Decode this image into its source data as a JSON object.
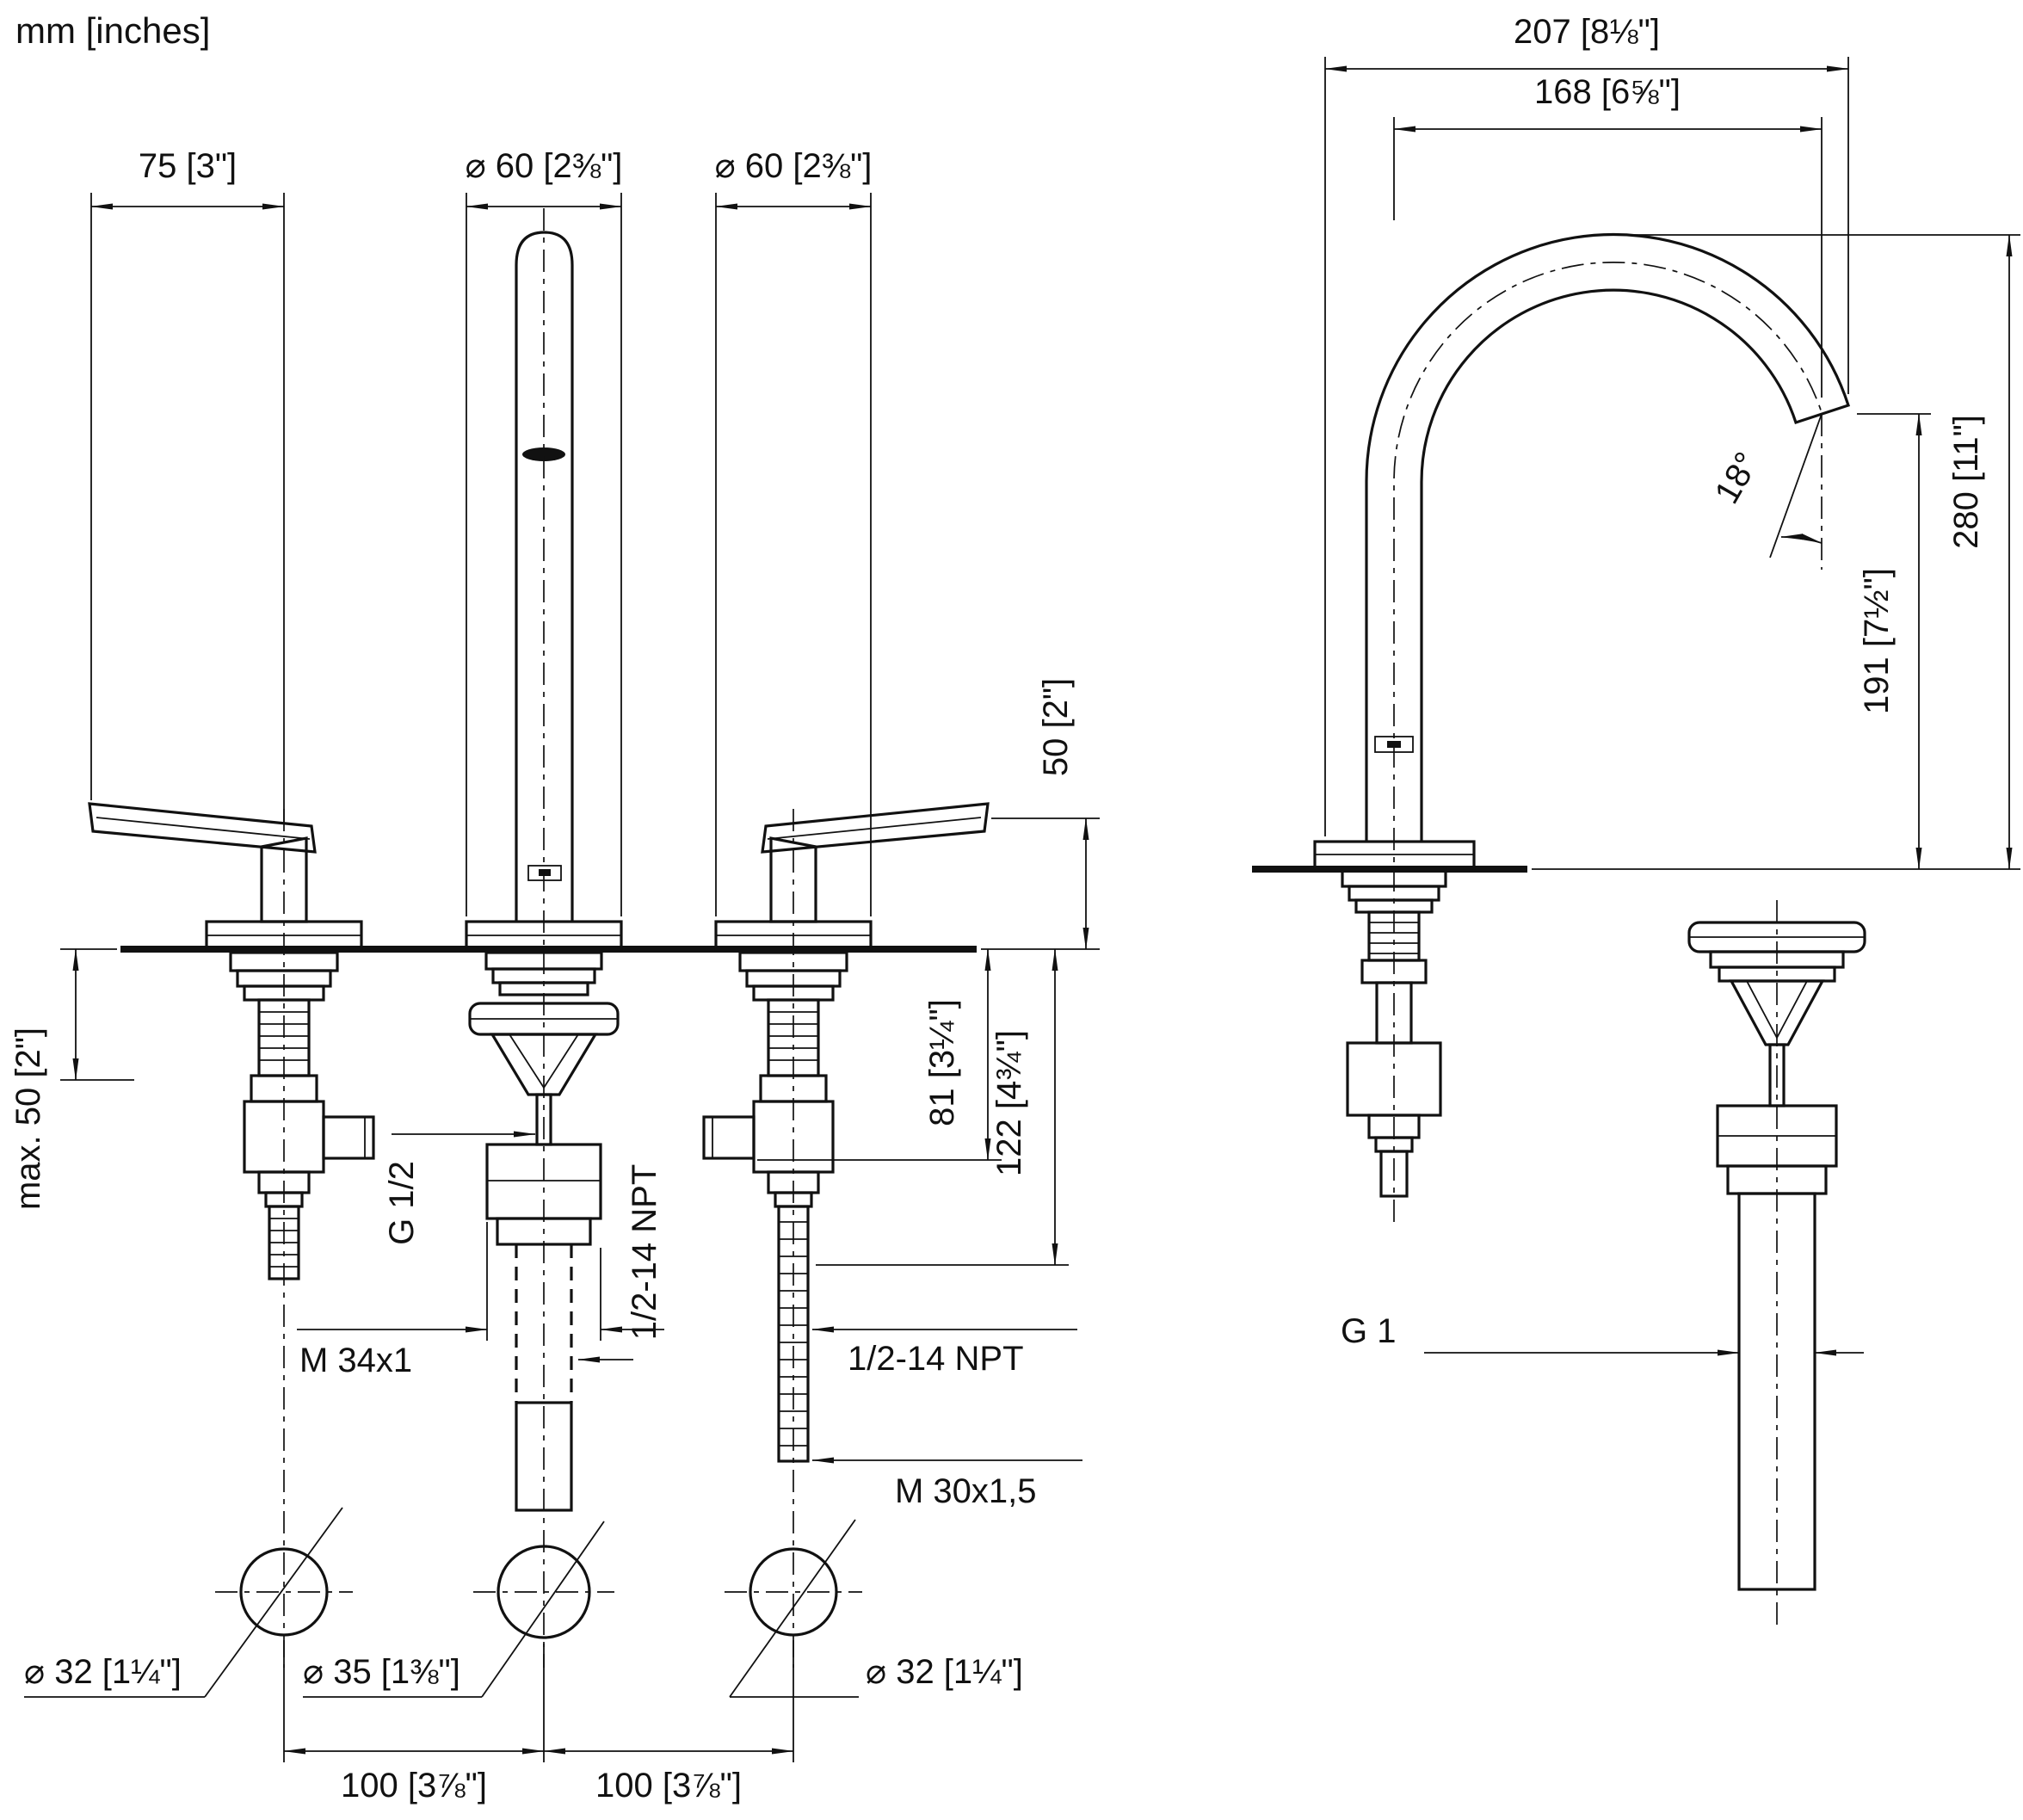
{
  "units_label": "mm [inches]",
  "front_view": {
    "dim_75": "75 [3\"]",
    "dim_dia60_spout": "⌀ 60 [2⅜\"]",
    "dim_dia60_handle": "⌀ 60 [2⅜\"]",
    "dim_50": "50 [2\"]",
    "dim_max50": "max. 50 [2\"]",
    "dim_81": "81 [3¼\"]",
    "dim_122": "122 [4¾\"]",
    "thread_g12": "G 1/2",
    "thread_m34": "M 34x1",
    "thread_npt_center": "1/2-14 NPT",
    "thread_npt_right": "1/2-14 NPT",
    "thread_m30": "M 30x1,5",
    "dim_dia32_left": "⌀ 32 [1¼\"]",
    "dim_dia35_center": "⌀ 35 [1⅜\"]",
    "dim_dia32_right": "⌀ 32 [1¼\"]",
    "dim_100_left": "100 [3⅞\"]",
    "dim_100_right": "100 [3⅞\"]"
  },
  "side_view": {
    "dim_207": "207 [8⅛\"]",
    "dim_168": "168 [6⅝\"]",
    "dim_angle": "18°",
    "dim_280": "280 [11\"]",
    "dim_191": "191 [7½\"]",
    "thread_g1": "G 1"
  }
}
